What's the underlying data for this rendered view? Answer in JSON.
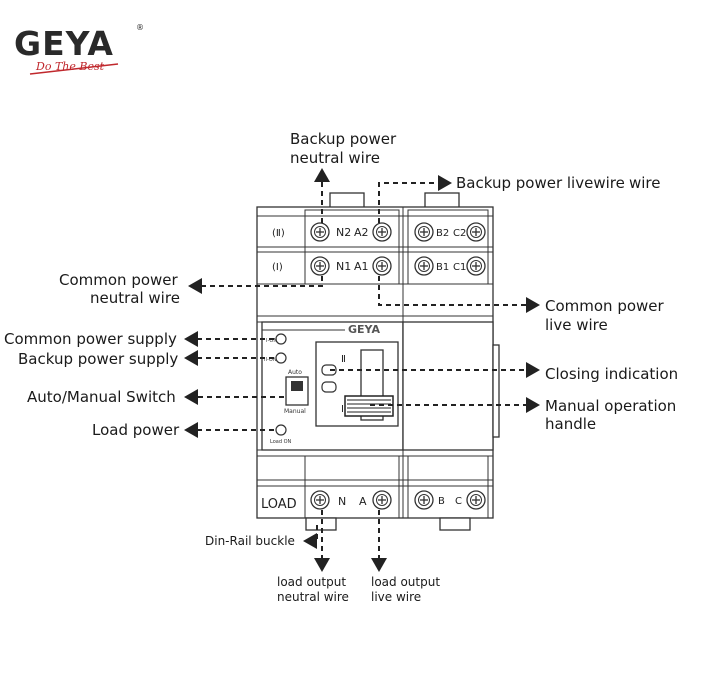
{
  "brand": {
    "logo_text": "GEYA",
    "registered_mark": "®",
    "tagline": "Do The Best",
    "accent_color": "#c0282d"
  },
  "device": {
    "row_top_label": "(Ⅱ)",
    "row_mid_label": "(Ⅰ)",
    "terminals_top": [
      "N2",
      "A2",
      "B2",
      "C2"
    ],
    "terminals_mid": [
      "N1",
      "A1",
      "B1",
      "C1"
    ],
    "terminals_bottom": [
      "N",
      "A",
      "B",
      "C"
    ],
    "load_label": "LOAD",
    "panel_logo": "GEYA",
    "ind_common": "I-ON",
    "ind_backup": "II-ON",
    "switch_auto": "Auto",
    "switch_manual": "Manual",
    "load_on": "Load ON",
    "pos_two": "Ⅱ",
    "pos_one": "Ⅰ"
  },
  "callouts": {
    "backup_neutral": [
      "Backup power",
      "neutral wire"
    ],
    "backup_live": "Backup power livewire",
    "common_neutral": [
      "Common power",
      "neutral wire"
    ],
    "common_live": [
      "Common power",
      "live wire"
    ],
    "common_supply": "Common power supply",
    "backup_supply": "Backup power supply",
    "auto_manual": "Auto/Manual Switch",
    "load_power": "Load power",
    "closing_indication": "Closing indication",
    "manual_handle": [
      "Manual operation",
      "handle"
    ],
    "din_rail": "Din-Rail buckle",
    "load_neutral": [
      "load output",
      "neutral wire"
    ],
    "load_live": [
      "load output",
      "live wire"
    ]
  }
}
